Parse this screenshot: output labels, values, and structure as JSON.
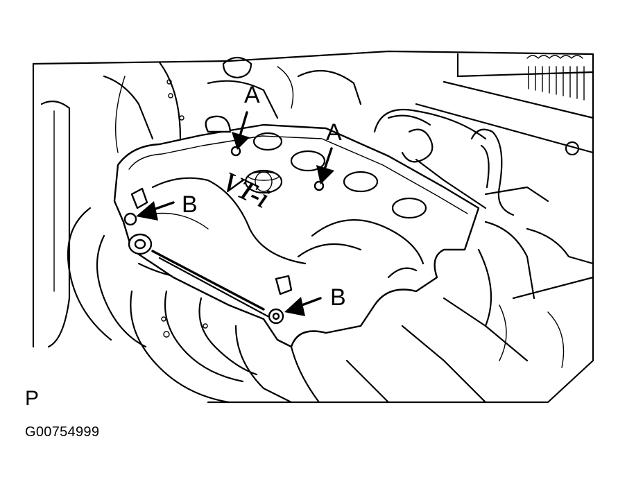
{
  "figure": {
    "view_letter": "P",
    "figure_id": "G00754999",
    "cover_logo_text": "VT-i"
  },
  "callouts": [
    {
      "id": "a1",
      "label": "A",
      "icon": "arrow-down-icon"
    },
    {
      "id": "a2",
      "label": "A",
      "icon": "arrow-down-icon"
    },
    {
      "id": "b1",
      "label": "B",
      "icon": "arrow-left-icon"
    },
    {
      "id": "b2",
      "label": "B",
      "icon": "arrow-left-icon"
    }
  ],
  "colors": {
    "ink": "#000000",
    "paper": "#ffffff"
  }
}
